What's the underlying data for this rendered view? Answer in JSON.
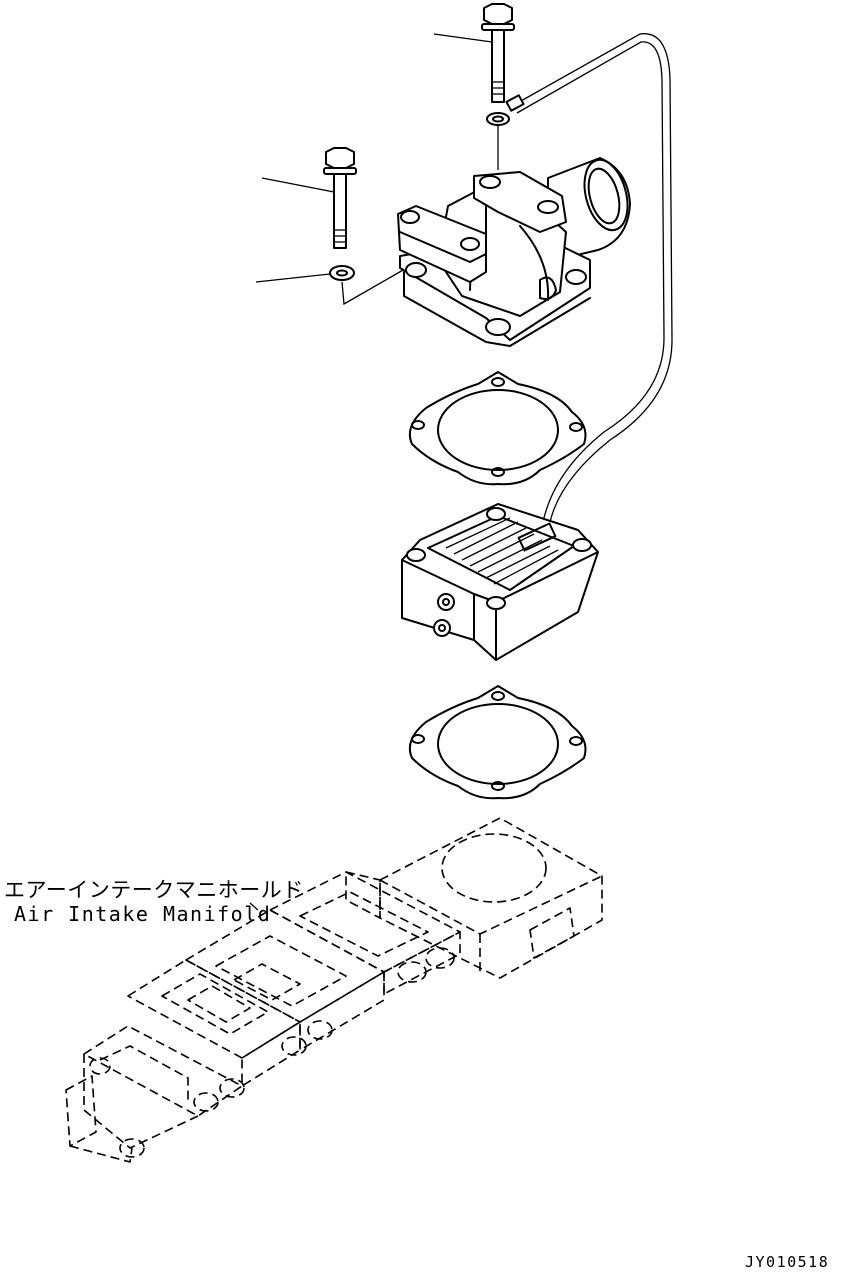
{
  "labels": {
    "manifold_jp": "エアーインテークマニホールド",
    "manifold_en": "Air Intake Manifold",
    "drawing_code": "JY010518"
  }
}
